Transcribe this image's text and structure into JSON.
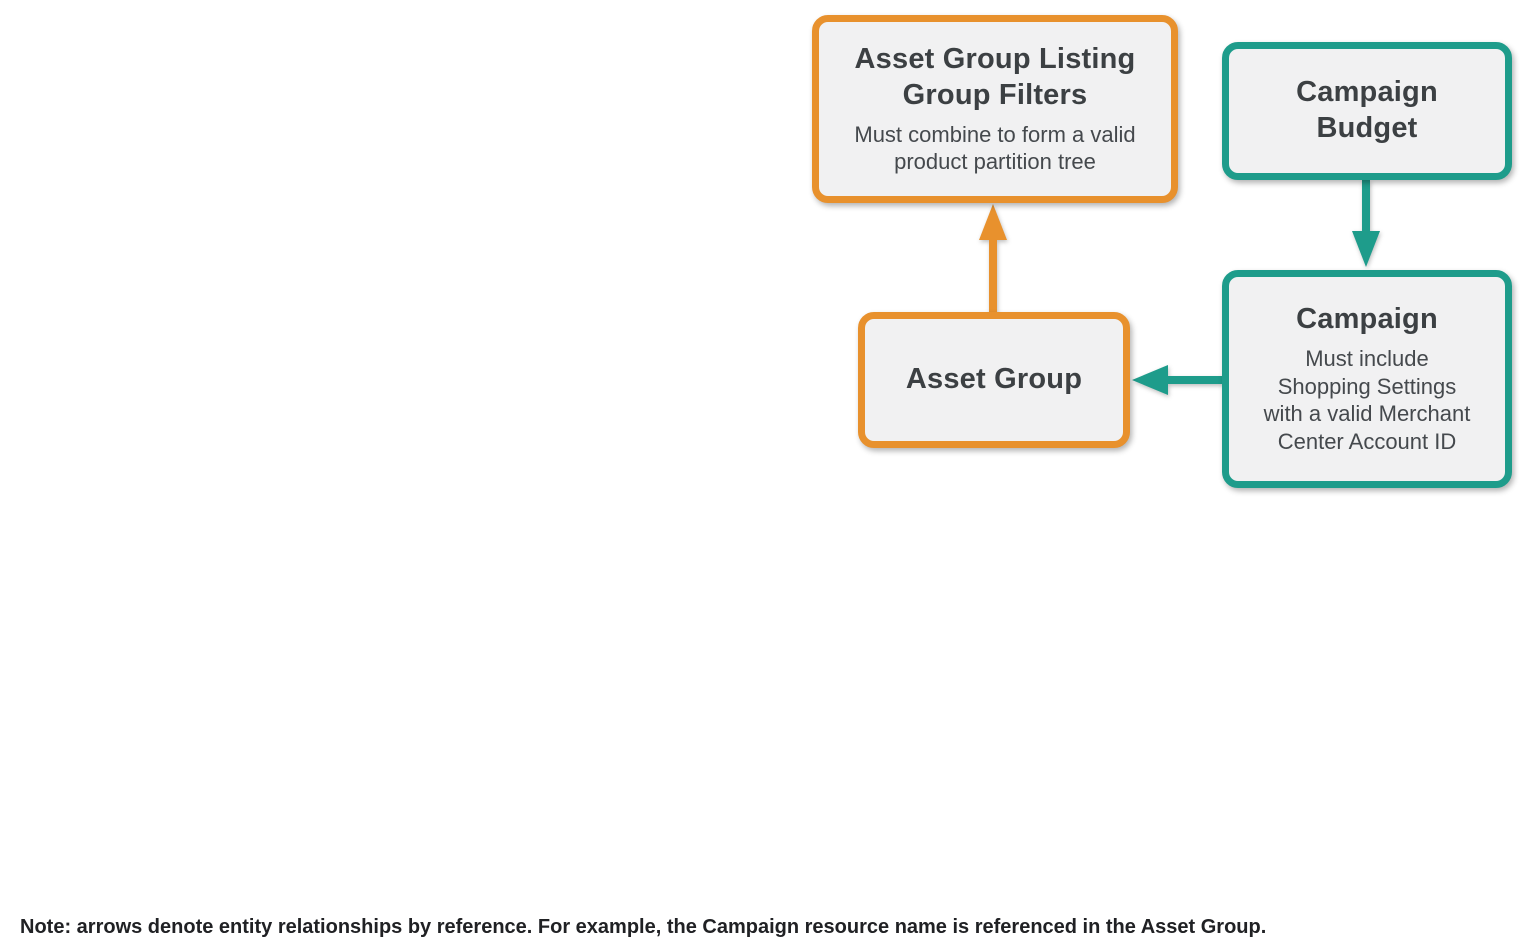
{
  "diagram": {
    "colors": {
      "orange": "#E8912D",
      "teal": "#1E9C8B",
      "box_fill": "#F1F1F2",
      "title_text": "#3C4043",
      "subtitle_text": "#45494D",
      "note_text": "#202124"
    },
    "nodes": [
      {
        "id": "asset-group-listing-group-filters",
        "title": "Asset Group Listing\nGroup Filters",
        "subtitle": "Must combine to form a valid\nproduct partition tree",
        "color": "orange"
      },
      {
        "id": "campaign-budget",
        "title": "Campaign\nBudget",
        "subtitle": "",
        "color": "teal"
      },
      {
        "id": "campaign",
        "title": "Campaign",
        "subtitle": "Must include\nShopping Settings\nwith a valid Merchant\nCenter Account ID",
        "color": "teal"
      },
      {
        "id": "asset-group",
        "title": "Asset Group",
        "subtitle": "",
        "color": "orange"
      }
    ],
    "edges": [
      {
        "from": "asset-group",
        "to": "asset-group-listing-group-filters",
        "color": "orange",
        "direction": "up"
      },
      {
        "from": "campaign-budget",
        "to": "campaign",
        "color": "teal",
        "direction": "down"
      },
      {
        "from": "campaign",
        "to": "asset-group",
        "color": "teal",
        "direction": "left"
      }
    ]
  },
  "note": "Note: arrows denote entity relationships by reference. For example, the Campaign resource name is referenced in the Asset Group."
}
